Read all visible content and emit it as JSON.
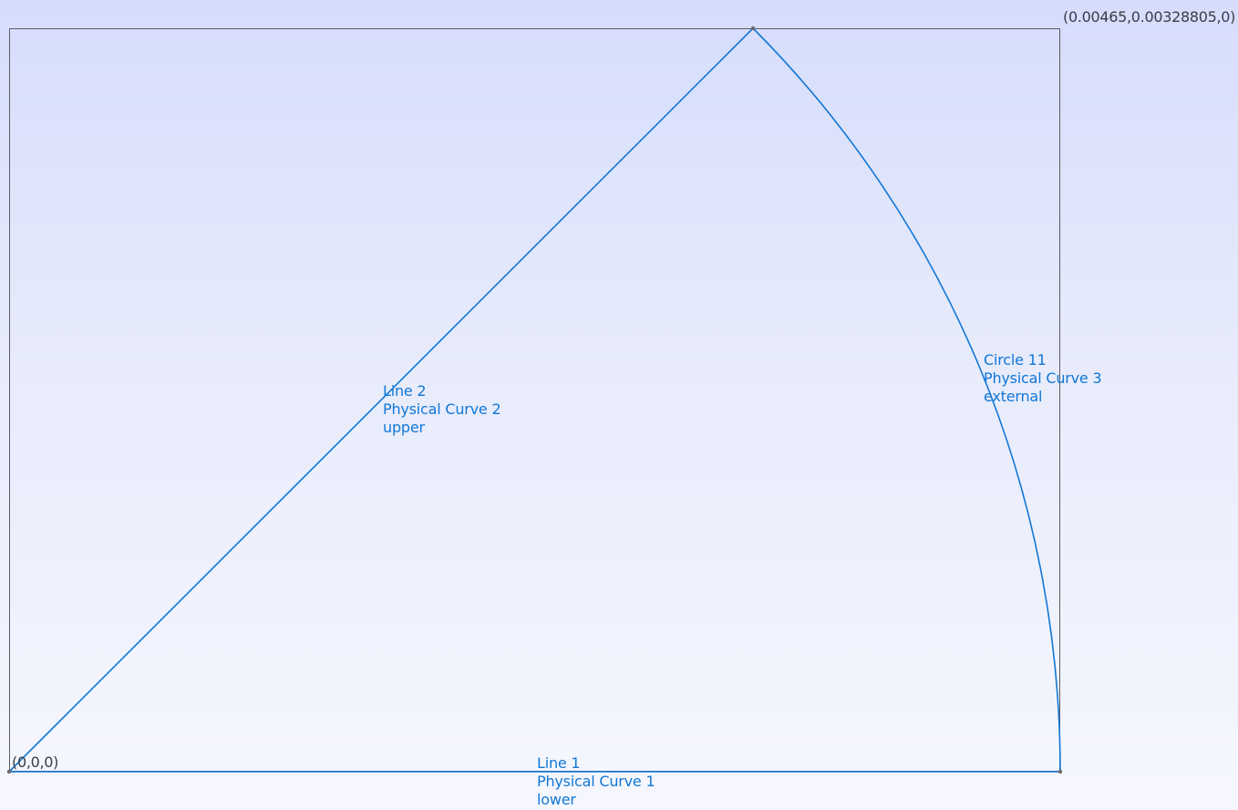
{
  "viewport": {
    "bbox_min_label": "(0,0,0)",
    "bbox_max_label": "(0.00465,0.00328805,0)"
  },
  "colors": {
    "curve": "#1277d6",
    "point": "#6a6a70",
    "bbox": "#5b5b66",
    "background_top": "#d6ddfb",
    "background_bottom": "#f6f7fe"
  },
  "curves": [
    {
      "id": "line1",
      "name": "Line 1",
      "physical": "Physical Curve 1",
      "tag": "lower"
    },
    {
      "id": "line2",
      "name": "Line 2",
      "physical": "Physical Curve 2",
      "tag": "upper"
    },
    {
      "id": "circle11",
      "name": "Circle 11",
      "physical": "Physical Curve 3",
      "tag": "external"
    }
  ]
}
